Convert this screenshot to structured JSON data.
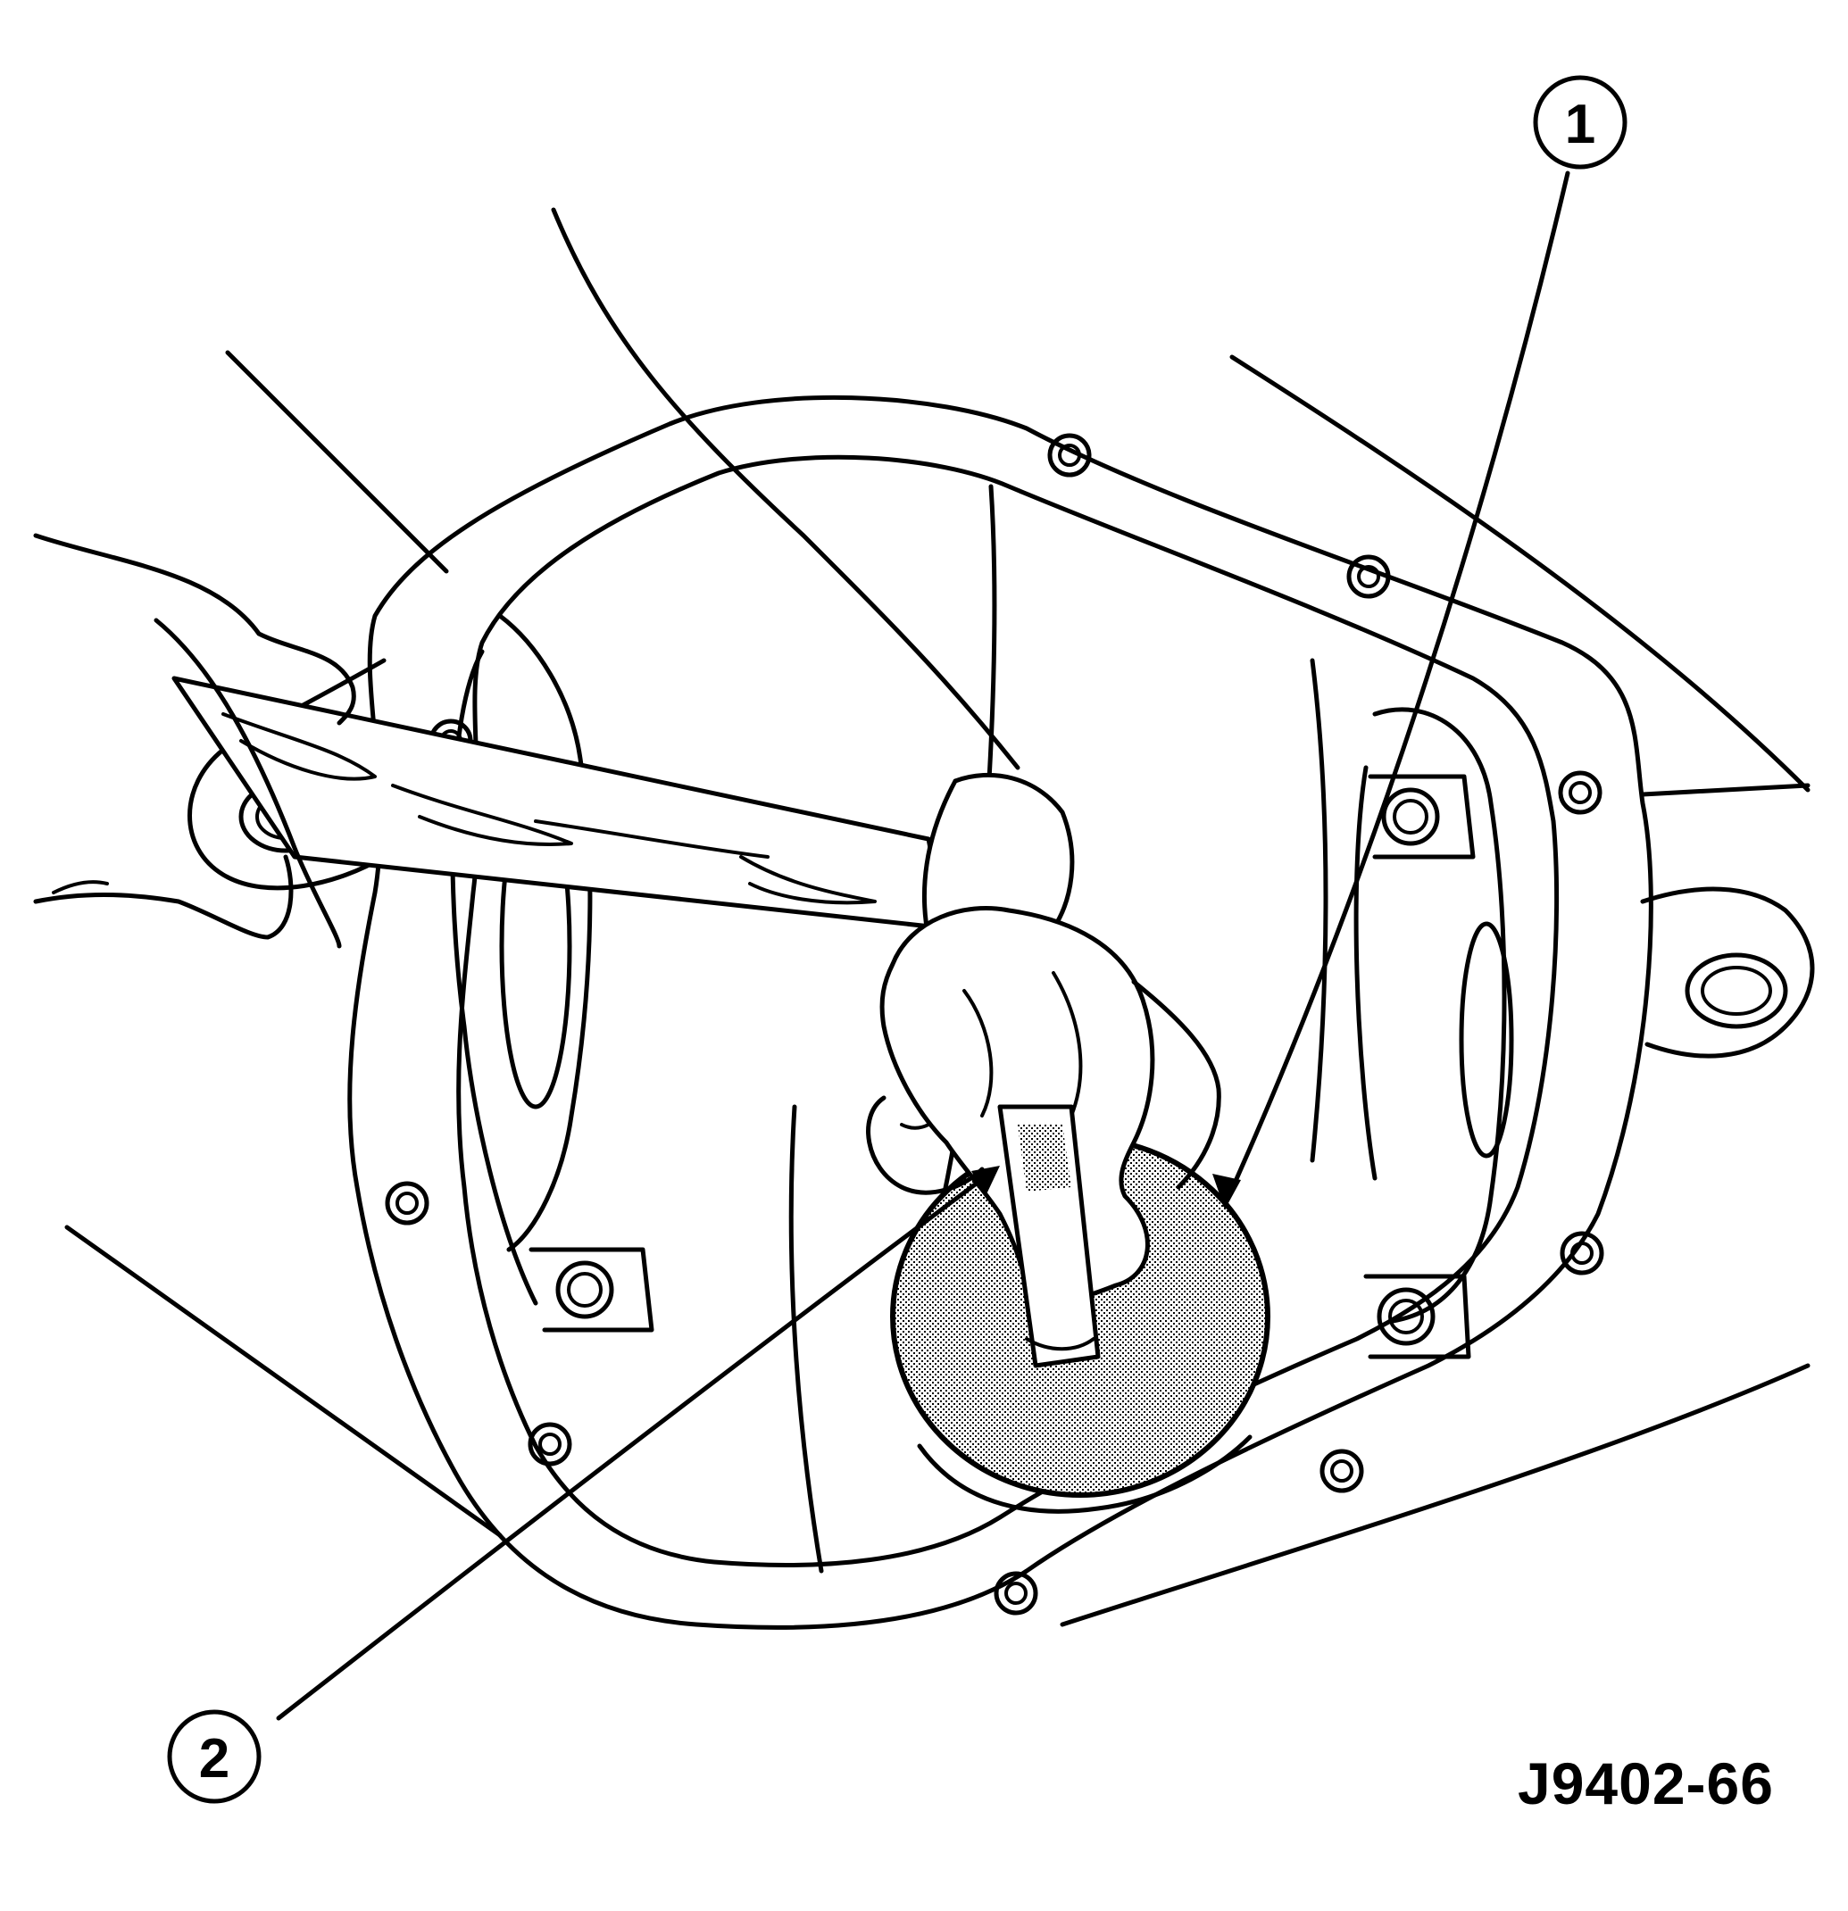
{
  "callouts": [
    {
      "number": "1"
    },
    {
      "number": "2"
    }
  ],
  "figure_id": "J9402-66"
}
